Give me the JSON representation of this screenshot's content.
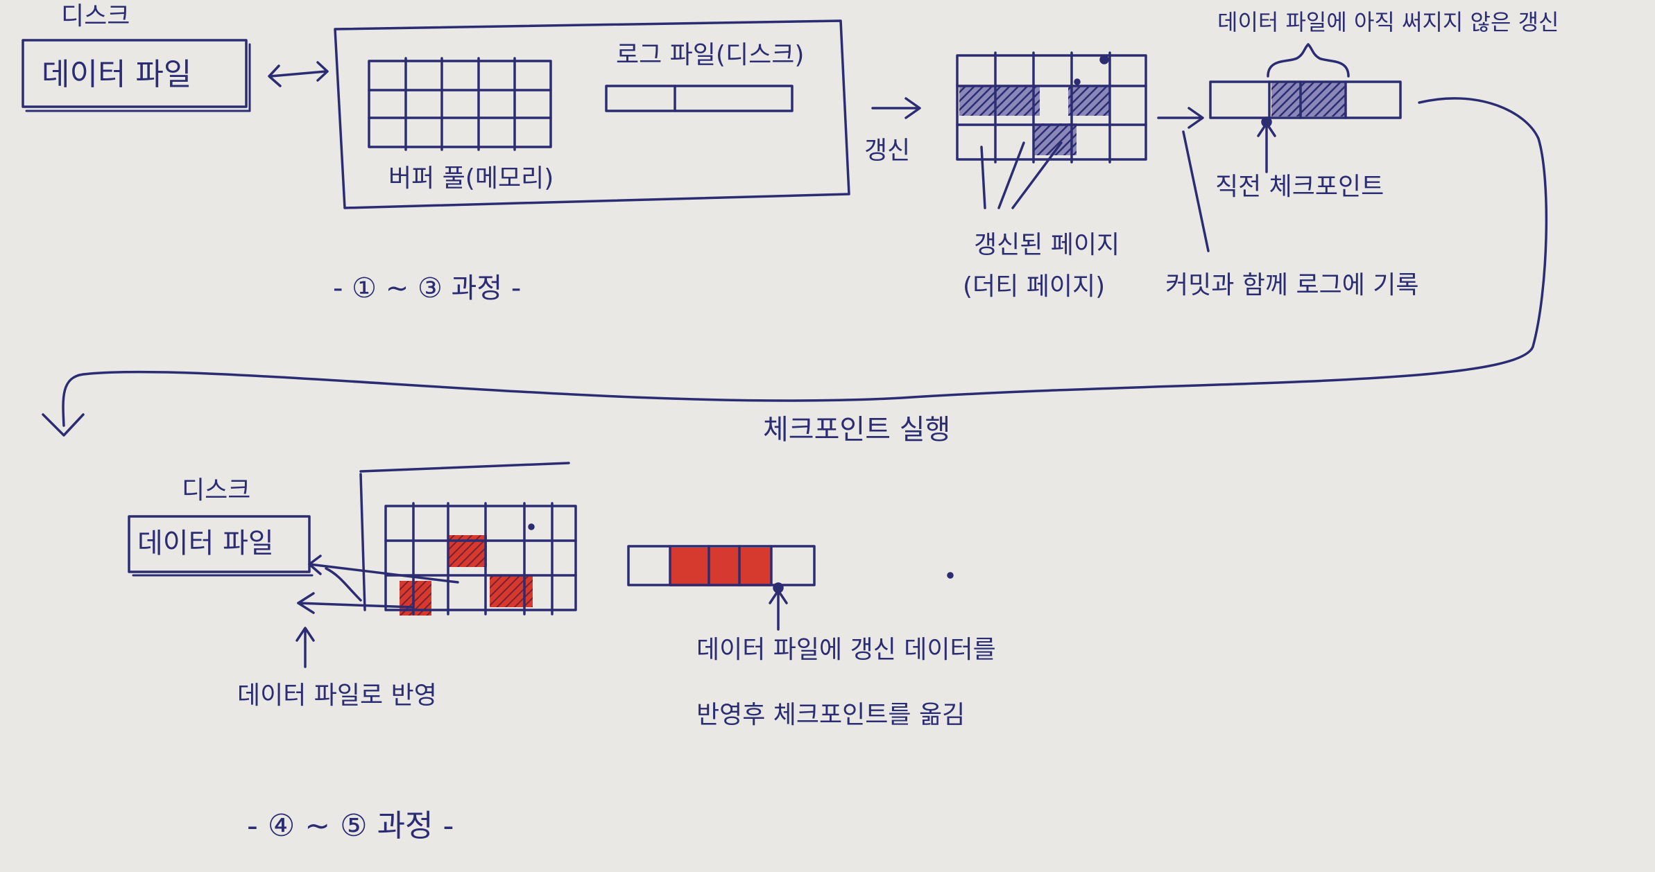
{
  "top": {
    "disk_label": "디스크",
    "data_file": "데이터 파일",
    "log_file": "로그 파일(디스크)",
    "buffer_pool": "버퍼 풀(메모리)",
    "update_label": "갱신",
    "unwritten_updates": "데이터 파일에 아직 써지지 않은 갱신",
    "recent_checkpoint": "직전 체크포인트",
    "updated_pages_1": "갱신된 페이지",
    "updated_pages_2": "(더티 페이지)",
    "commit_log": "커밋과 함께 로그에 기록",
    "steps": "- ① ~ ③ 과정 -"
  },
  "middle": {
    "checkpoint_exec": "체크포인트 실행"
  },
  "bottom": {
    "disk_label": "디스크",
    "data_file": "데이터 파일",
    "reflect": "데이터 파일로 반영",
    "move_cp_1": "데이터 파일에 갱신 데이터를",
    "move_cp_2": "반영후 체크포인트를 옮김",
    "steps": "- ④ ~ ⑤ 과정 -"
  },
  "colors": {
    "ink": "#2c2c72",
    "red_fill": "#d63a2e",
    "paper": "#e9e8e5"
  }
}
